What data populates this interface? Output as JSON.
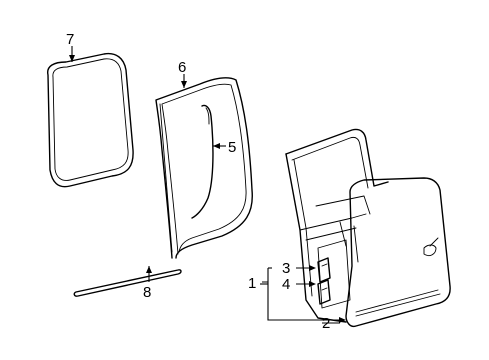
{
  "diagram": {
    "callouts": [
      {
        "id": "7",
        "text": "7"
      },
      {
        "id": "6",
        "text": "6"
      },
      {
        "id": "5",
        "text": "5"
      },
      {
        "id": "8",
        "text": "8"
      },
      {
        "id": "3",
        "text": "3"
      },
      {
        "id": "1",
        "text": "1"
      },
      {
        "id": "4",
        "text": "4"
      },
      {
        "id": "2",
        "text": "2"
      }
    ],
    "parts": [
      {
        "callout": "7",
        "icon": "door-opening-weatherstrip-icon"
      },
      {
        "callout": "6",
        "icon": "door-frame-seal-icon"
      },
      {
        "callout": "5",
        "icon": "door-seal-strip-icon"
      },
      {
        "callout": "8",
        "icon": "belt-molding-icon"
      },
      {
        "callout": "3",
        "icon": "upper-hinge-icon"
      },
      {
        "callout": "4",
        "icon": "lower-hinge-icon"
      },
      {
        "callout": "1",
        "icon": "hinge-assembly-icon"
      },
      {
        "callout": "2",
        "icon": "door-shell-icon"
      }
    ]
  }
}
